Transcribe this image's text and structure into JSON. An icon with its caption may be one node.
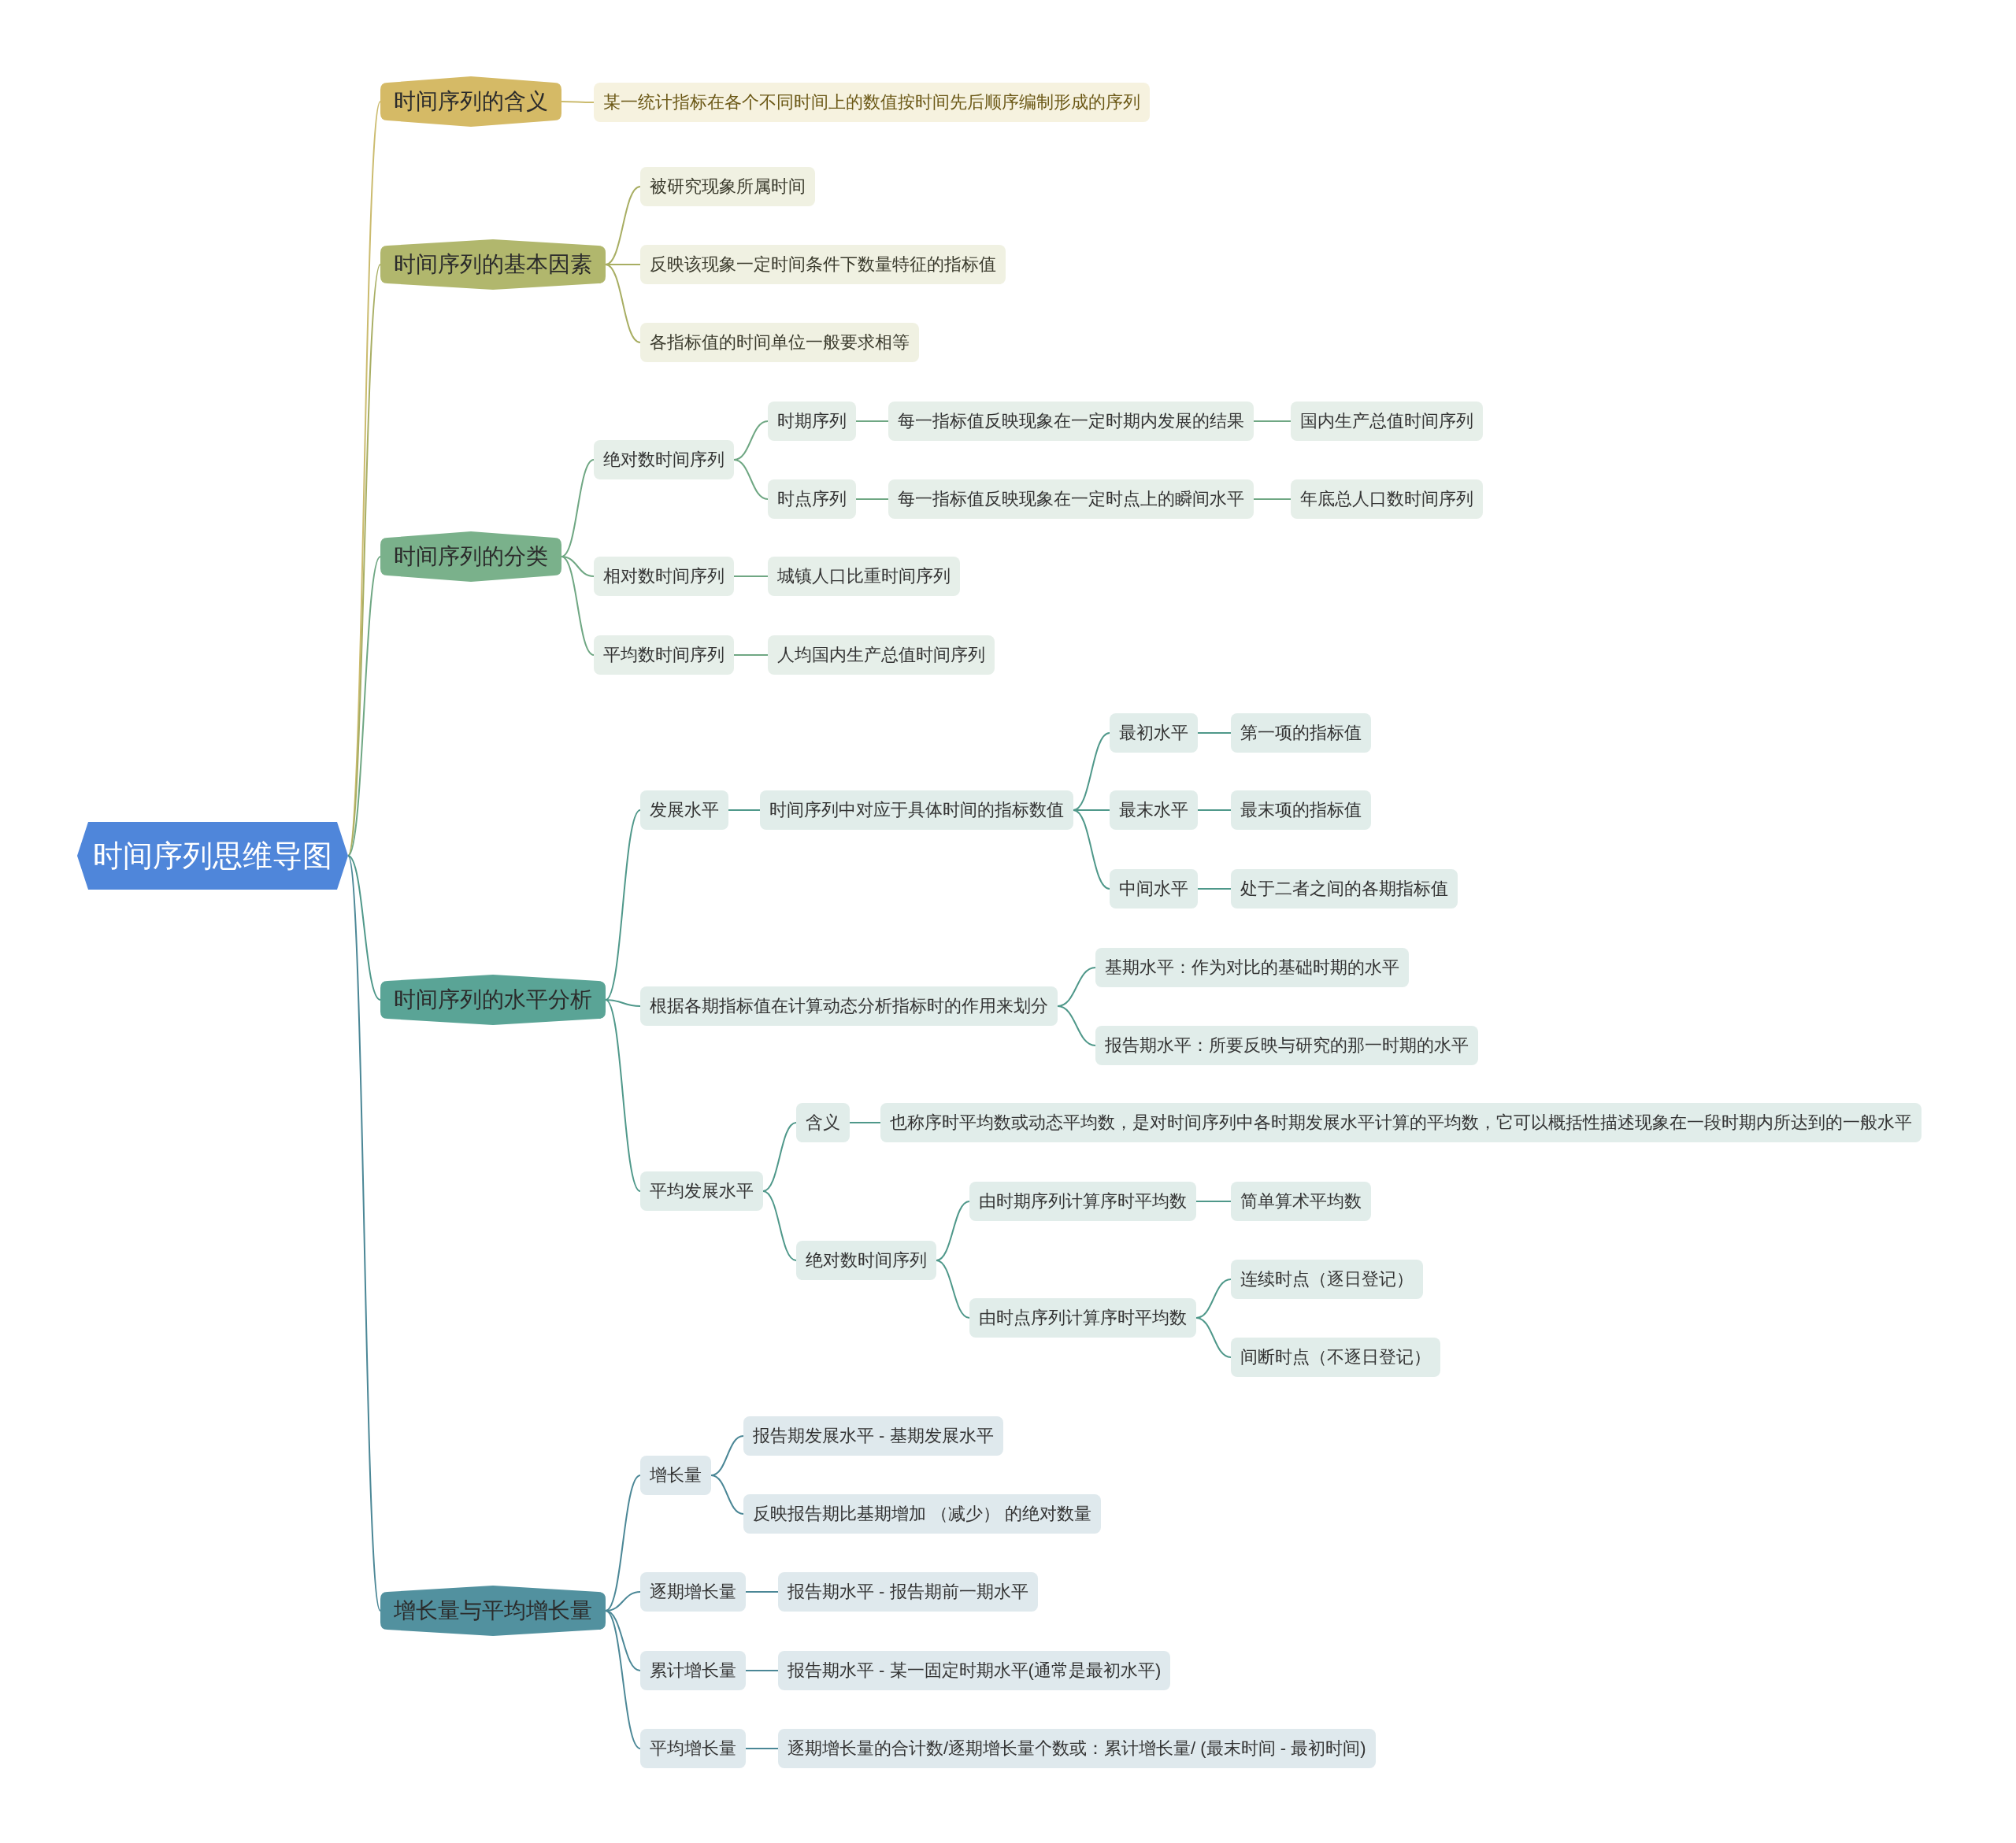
{
  "diagram": {
    "nodes": [
      {
        "text": [
          "时间序列思维导图"
        ]
      },
      {
        "text": [
          "时间序列的含义"
        ]
      },
      {
        "text": [
          "某一统计指标在各个不同时间上的数值按时间先后顺序编制形成的序列"
        ]
      },
      {
        "text": [
          "时间序列的基本因素"
        ]
      },
      {
        "text": [
          "被研究现象所属时间"
        ]
      },
      {
        "text": [
          "反映该现象一定时间条件下数量特征的指标值"
        ]
      },
      {
        "text": [
          "各指标值的时间单位一般要求相等"
        ]
      },
      {
        "text": [
          "时间序列的分类"
        ]
      },
      {
        "text": [
          "绝对数时间序列"
        ]
      },
      {
        "text": [
          "时期序列"
        ]
      },
      {
        "text": [
          "每一指标值反映现象在一定时期内发展的结果"
        ]
      },
      {
        "text": [
          "国内生产总值时间序列"
        ]
      },
      {
        "text": [
          "时点序列"
        ]
      },
      {
        "text": [
          "每一指标值反映现象在一定时点上的瞬间水平"
        ]
      },
      {
        "text": [
          "年底总人口数时间序列"
        ]
      },
      {
        "text": [
          "相对数时间序列"
        ]
      },
      {
        "text": [
          "城镇人口比重时间序列"
        ]
      },
      {
        "text": [
          "平均数时间序列"
        ]
      },
      {
        "text": [
          "人均国内生产总值时间序列"
        ]
      },
      {
        "text": [
          "时间序列的水平分析"
        ]
      },
      {
        "text": [
          "发展水平"
        ]
      },
      {
        "text": [
          "时间序列中对应于具体时间的指标数值"
        ]
      },
      {
        "text": [
          "最初水平"
        ]
      },
      {
        "text": [
          "第一项的指标值"
        ]
      },
      {
        "text": [
          "最末水平"
        ]
      },
      {
        "text": [
          "最末项的指标值"
        ]
      },
      {
        "text": [
          "中间水平"
        ]
      },
      {
        "text": [
          "处于二者之间的各期指标值"
        ]
      },
      {
        "text": [
          "根据各期指标值在计算动态分析指标时的作用来划分"
        ]
      },
      {
        "text": [
          "基期水平：作为对比的基础时期的水平"
        ]
      },
      {
        "text": [
          "报告期水平：所要反映与研究的那一时期的水平"
        ]
      },
      {
        "text": [
          "平均发展水平"
        ]
      },
      {
        "text": [
          "含义"
        ]
      },
      {
        "text": [
          "也称序时平均数或动态平均数，是对时间序列中各时期发展水平计算的平均数，它可以概括性描述现象在一段时期内所达到的一般水平"
        ]
      },
      {
        "text": [
          "绝对数时间序列"
        ]
      },
      {
        "text": [
          "由时期序列计算序时平均数"
        ]
      },
      {
        "text": [
          "简单算术平均数"
        ]
      },
      {
        "text": [
          "由时点序列计算序时平均数"
        ]
      },
      {
        "text": [
          "连续时点（逐日登记）"
        ]
      },
      {
        "text": [
          "间断时点（不逐日登记）"
        ]
      },
      {
        "text": [
          "增长量与平均增长量"
        ]
      },
      {
        "text": [
          "增长量"
        ]
      },
      {
        "text": [
          "报告期发展水平 - 基期发展水平"
        ]
      },
      {
        "text": [
          "反映报告期比基期增加 （减少） 的绝对数量"
        ]
      },
      {
        "text": [
          "逐期增长量"
        ]
      },
      {
        "text": [
          "报告期水平 - 报告期前一期水平"
        ]
      },
      {
        "text": [
          "累计增长量"
        ]
      },
      {
        "text": [
          "报告期水平 - 某一固定时期水平(通常是最初水平)"
        ]
      },
      {
        "text": [
          "平均增长量"
        ]
      },
      {
        "text": [
          "逐期增长量的合计数/逐期增长量个数或：累计增长量/ (最末时间 - 最初时间)"
        ]
      }
    ],
    "edges": [
      {
        "from": 0,
        "to": 1,
        "arrow": "none",
        "color": "#cbbb6e"
      },
      {
        "from": 1,
        "to": 2,
        "arrow": "none",
        "color": "#cbbb6e"
      },
      {
        "from": 0,
        "to": 3,
        "arrow": "none",
        "color": "#a8ae63"
      },
      {
        "from": 3,
        "to": 4,
        "arrow": "none",
        "color": "#a8ae63"
      },
      {
        "from": 3,
        "to": 5,
        "arrow": "none",
        "color": "#a8ae63"
      },
      {
        "from": 3,
        "to": 6,
        "arrow": "none",
        "color": "#a8ae63"
      },
      {
        "from": 0,
        "to": 7,
        "arrow": "none",
        "color": "#6fa783"
      },
      {
        "from": 7,
        "to": 8,
        "arrow": "none",
        "color": "#6fa783"
      },
      {
        "from": 8,
        "to": 9,
        "arrow": "none",
        "color": "#6fa783"
      },
      {
        "from": 9,
        "to": 10,
        "arrow": "none",
        "color": "#6fa783"
      },
      {
        "from": 10,
        "to": 11,
        "arrow": "none",
        "color": "#6fa783"
      },
      {
        "from": 8,
        "to": 12,
        "arrow": "none",
        "color": "#6fa783"
      },
      {
        "from": 12,
        "to": 13,
        "arrow": "none",
        "color": "#6fa783"
      },
      {
        "from": 13,
        "to": 14,
        "arrow": "none",
        "color": "#6fa783"
      },
      {
        "from": 7,
        "to": 15,
        "arrow": "none",
        "color": "#6fa783"
      },
      {
        "from": 15,
        "to": 16,
        "arrow": "none",
        "color": "#6fa783"
      },
      {
        "from": 7,
        "to": 17,
        "arrow": "none",
        "color": "#6fa783"
      },
      {
        "from": 17,
        "to": 18,
        "arrow": "none",
        "color": "#6fa783"
      },
      {
        "from": 0,
        "to": 19,
        "arrow": "none"
      },
      {
        "from": 19,
        "to": 20,
        "arrow": "none"
      },
      {
        "from": 20,
        "to": 21,
        "arrow": "none"
      },
      {
        "from": 21,
        "to": 22,
        "arrow": "none"
      },
      {
        "from": 22,
        "to": 23,
        "arrow": "none"
      },
      {
        "from": 21,
        "to": 24,
        "arrow": "none"
      },
      {
        "from": 24,
        "to": 25,
        "arrow": "none"
      },
      {
        "from": 21,
        "to": 26,
        "arrow": "none"
      },
      {
        "from": 26,
        "to": 27,
        "arrow": "none"
      },
      {
        "from": 19,
        "to": 28,
        "arrow": "none"
      },
      {
        "from": 28,
        "to": 29,
        "arrow": "none"
      },
      {
        "from": 28,
        "to": 30,
        "arrow": "none"
      },
      {
        "from": 19,
        "to": 31,
        "arrow": "none"
      },
      {
        "from": 31,
        "to": 32,
        "arrow": "none"
      },
      {
        "from": 32,
        "to": 33,
        "arrow": "none"
      },
      {
        "from": 31,
        "to": 34,
        "arrow": "none"
      },
      {
        "from": 34,
        "to": 35,
        "arrow": "none"
      },
      {
        "from": 35,
        "to": 36,
        "arrow": "none"
      },
      {
        "from": 34,
        "to": 37,
        "arrow": "none"
      },
      {
        "from": 37,
        "to": 38,
        "arrow": "none"
      },
      {
        "from": 37,
        "to": 39,
        "arrow": "none"
      },
      {
        "from": 0,
        "to": 40,
        "arrow": "none",
        "color": "#4b8796"
      },
      {
        "from": 40,
        "to": 41,
        "arrow": "none",
        "color": "#4b8796"
      },
      {
        "from": 41,
        "to": 42,
        "arrow": "none",
        "color": "#4b8796"
      },
      {
        "from": 41,
        "to": 43,
        "arrow": "none",
        "color": "#4b8796"
      },
      {
        "from": 40,
        "to": 44,
        "arrow": "none",
        "color": "#4b8796"
      },
      {
        "from": 44,
        "to": 45,
        "arrow": "none",
        "color": "#4b8796"
      },
      {
        "from": 40,
        "to": 46,
        "arrow": "none",
        "color": "#4b8796"
      },
      {
        "from": 46,
        "to": 47,
        "arrow": "none",
        "color": "#4b8796"
      },
      {
        "from": 40,
        "to": 48,
        "arrow": "none",
        "color": "#4b8796"
      },
      {
        "from": 48,
        "to": 49,
        "arrow": "none",
        "color": "#4b8796"
      }
    ]
  }
}
